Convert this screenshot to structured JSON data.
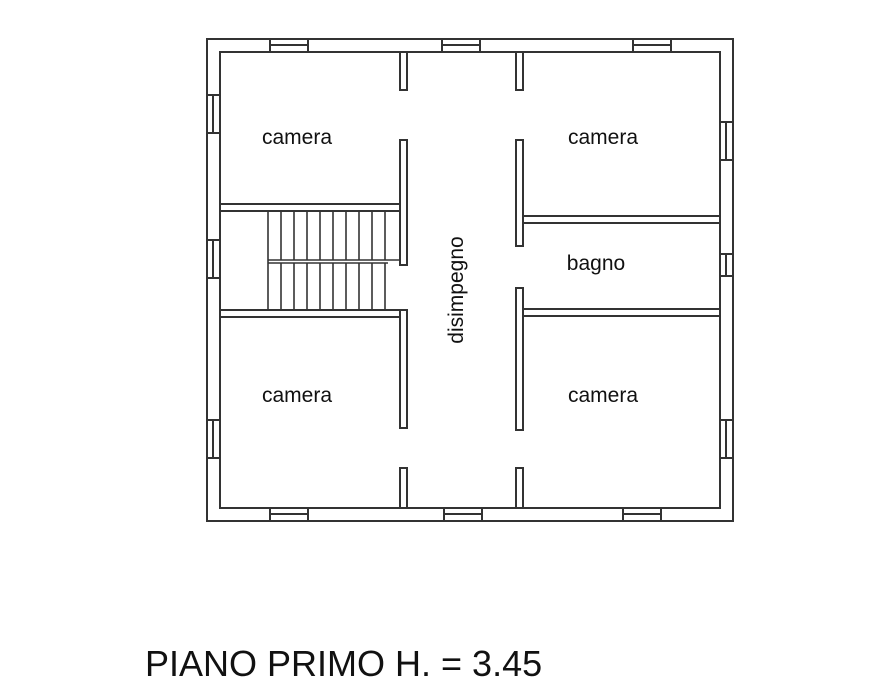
{
  "rooms": {
    "camera_top_left": "camera",
    "camera_top_right": "camera",
    "bagno": "bagno",
    "disimpegno": "disimpegno",
    "camera_bottom_left": "camera",
    "camera_bottom_right": "camera"
  },
  "caption": "PIANO PRIMO H. = 3.45",
  "colors": {
    "line": "#333333",
    "background": "#ffffff"
  }
}
